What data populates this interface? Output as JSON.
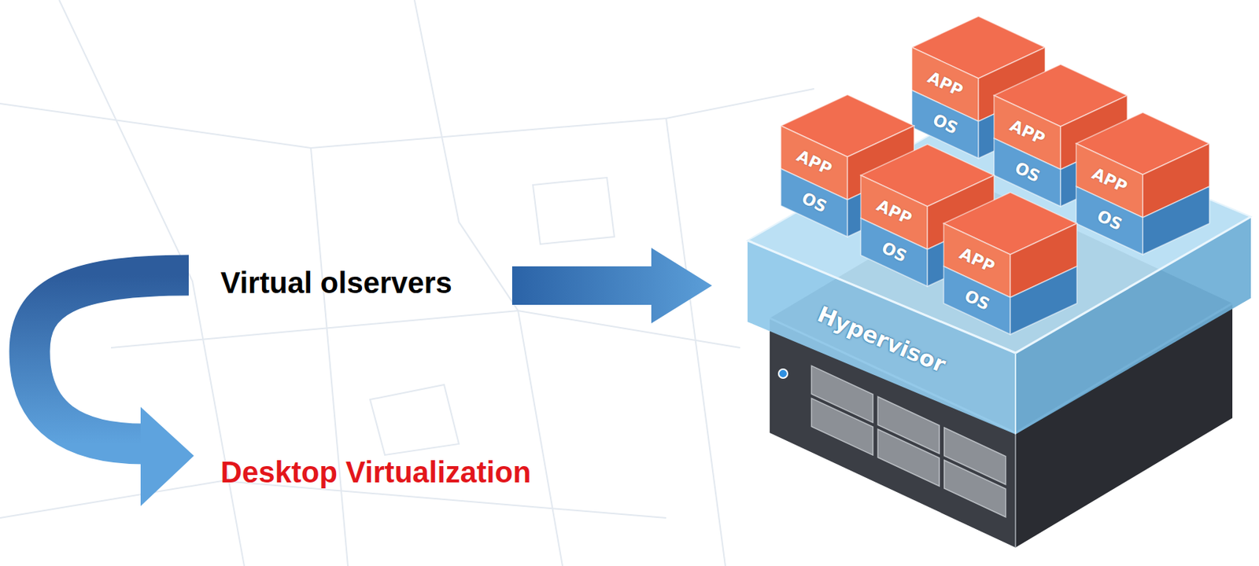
{
  "diagram": {
    "nodes": [
      {
        "text": [
          "Hypervisor"
        ]
      },
      {
        "text": [
          "APP",
          "OS"
        ],
        "in": 0
      },
      {
        "text": [
          "APP",
          "OS"
        ],
        "in": 0
      },
      {
        "text": [
          "APP",
          "OS"
        ],
        "in": 0
      },
      {
        "text": [
          "APP",
          "OS"
        ],
        "in": 0
      },
      {
        "text": [
          "APP",
          "OS"
        ],
        "in": 0
      },
      {
        "text": [
          "APP",
          "OS"
        ],
        "in": 0
      }
    ],
    "labels": [
      "Virtual olservers",
      "Desktop Virtualization"
    ]
  }
}
